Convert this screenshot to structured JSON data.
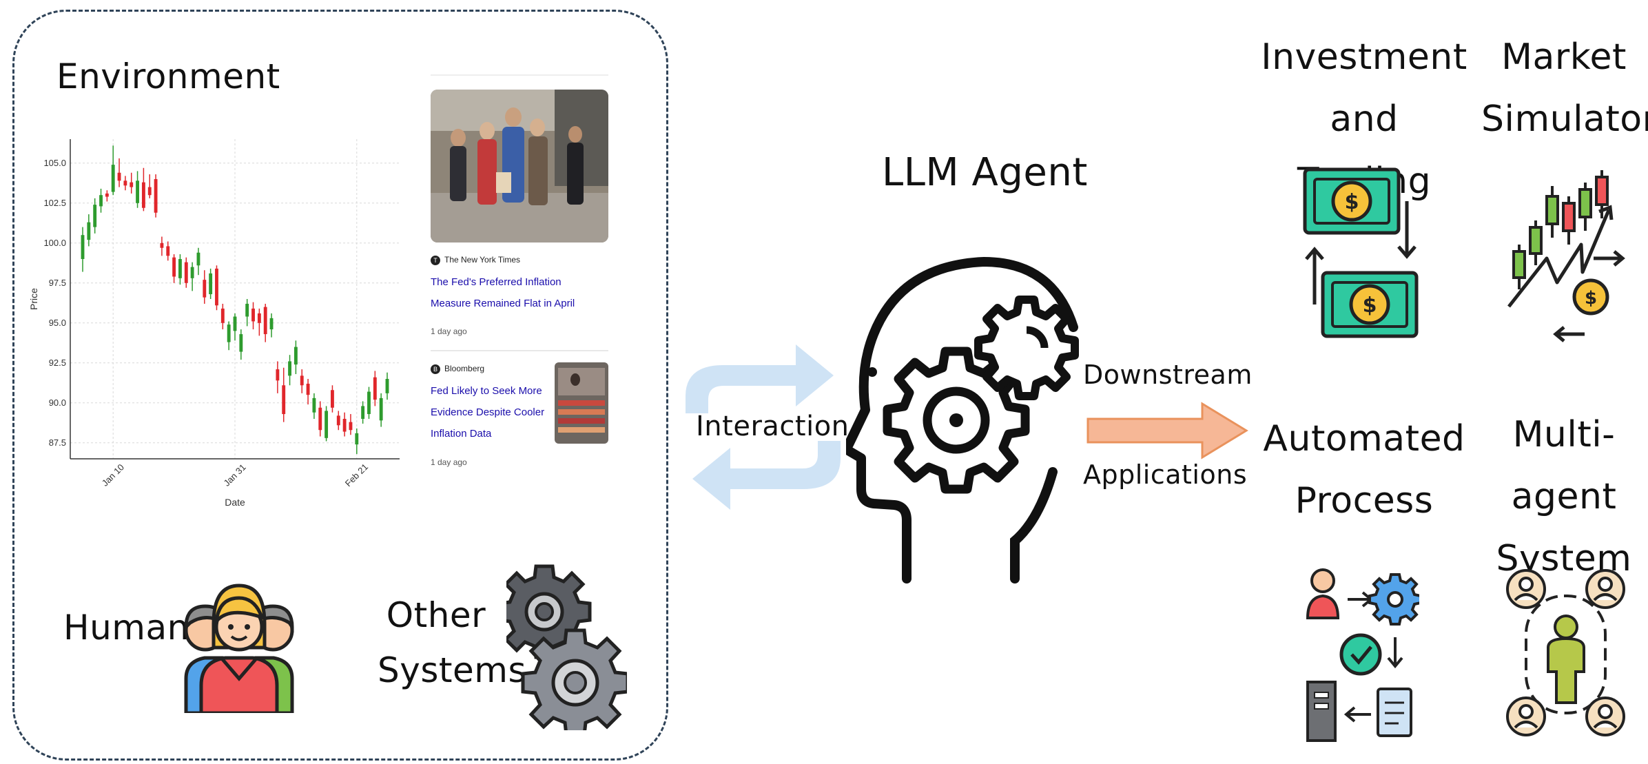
{
  "environment": {
    "title": "Environment",
    "human_label": "Human",
    "other_systems_label": "Other Systems",
    "news": {
      "item1": {
        "source": "The New York Times",
        "headline": "The Fed's Preferred Inflation Measure Remained Flat in April",
        "time": "1 day ago"
      },
      "item2": {
        "source": "Bloomberg",
        "headline": "Fed Likely to Seek More Evidence Despite Cooler Inflation Data",
        "time": "1 day ago"
      }
    }
  },
  "chart_data": {
    "type": "candlestick",
    "xlabel": "Date",
    "ylabel": "Price",
    "ylim": [
      86.5,
      106.5
    ],
    "yticks": [
      87.5,
      90.0,
      92.5,
      95.0,
      97.5,
      100.0,
      102.5,
      105.0
    ],
    "xticks": [
      "Jan 10",
      "Jan 31",
      "Feb 21"
    ],
    "grid": true,
    "colors": {
      "up": "#2e9b2e",
      "down": "#e0262b"
    },
    "candles": [
      {
        "o": 99.0,
        "c": 100.5,
        "h": 101.0,
        "l": 98.2
      },
      {
        "o": 100.2,
        "c": 101.3,
        "h": 101.8,
        "l": 99.8
      },
      {
        "o": 101.0,
        "c": 102.4,
        "h": 102.8,
        "l": 100.6
      },
      {
        "o": 102.3,
        "c": 103.0,
        "h": 103.4,
        "l": 101.9
      },
      {
        "o": 103.1,
        "c": 102.9,
        "h": 103.3,
        "l": 102.6
      },
      {
        "o": 103.2,
        "c": 104.9,
        "h": 106.1,
        "l": 103.0
      },
      {
        "o": 104.4,
        "c": 103.9,
        "h": 105.3,
        "l": 103.5
      },
      {
        "o": 103.9,
        "c": 103.6,
        "h": 104.2,
        "l": 103.3
      },
      {
        "o": 103.8,
        "c": 103.5,
        "h": 104.4,
        "l": 103.1
      },
      {
        "o": 102.5,
        "c": 103.9,
        "h": 104.5,
        "l": 102.2
      },
      {
        "o": 103.8,
        "c": 102.2,
        "h": 104.7,
        "l": 102.0
      },
      {
        "o": 103.5,
        "c": 103.0,
        "h": 104.3,
        "l": 102.8
      },
      {
        "o": 104.0,
        "c": 101.9,
        "h": 104.3,
        "l": 101.6
      },
      {
        "o": 100.0,
        "c": 99.7,
        "h": 100.4,
        "l": 99.2
      },
      {
        "o": 99.8,
        "c": 99.2,
        "h": 100.1,
        "l": 98.9
      },
      {
        "o": 99.1,
        "c": 97.9,
        "h": 99.3,
        "l": 97.5
      },
      {
        "o": 97.8,
        "c": 99.0,
        "h": 99.3,
        "l": 97.4
      },
      {
        "o": 98.8,
        "c": 97.5,
        "h": 99.1,
        "l": 97.2
      },
      {
        "o": 97.8,
        "c": 98.5,
        "h": 98.8,
        "l": 97.0
      },
      {
        "o": 98.6,
        "c": 99.4,
        "h": 99.7,
        "l": 98.0
      },
      {
        "o": 97.7,
        "c": 96.6,
        "h": 98.3,
        "l": 96.2
      },
      {
        "o": 96.8,
        "c": 98.1,
        "h": 98.4,
        "l": 96.5
      },
      {
        "o": 98.4,
        "c": 96.1,
        "h": 98.6,
        "l": 95.8
      },
      {
        "o": 95.9,
        "c": 95.0,
        "h": 96.2,
        "l": 94.6
      },
      {
        "o": 93.8,
        "c": 94.9,
        "h": 95.1,
        "l": 93.3
      },
      {
        "o": 94.5,
        "c": 95.4,
        "h": 95.6,
        "l": 93.9
      },
      {
        "o": 93.2,
        "c": 94.3,
        "h": 94.6,
        "l": 92.7
      },
      {
        "o": 95.4,
        "c": 96.2,
        "h": 96.5,
        "l": 94.8
      },
      {
        "o": 95.9,
        "c": 95.1,
        "h": 96.3,
        "l": 94.6
      },
      {
        "o": 95.6,
        "c": 95.0,
        "h": 95.9,
        "l": 94.2
      },
      {
        "o": 96.0,
        "c": 94.3,
        "h": 96.2,
        "l": 93.8
      },
      {
        "o": 94.6,
        "c": 95.3,
        "h": 95.6,
        "l": 94.1
      },
      {
        "o": 92.1,
        "c": 91.4,
        "h": 92.6,
        "l": 90.6
      },
      {
        "o": 91.1,
        "c": 89.3,
        "h": 92.2,
        "l": 88.8
      },
      {
        "o": 91.7,
        "c": 92.6,
        "h": 93.0,
        "l": 91.1
      },
      {
        "o": 92.4,
        "c": 93.5,
        "h": 93.9,
        "l": 91.8
      },
      {
        "o": 91.7,
        "c": 91.1,
        "h": 92.1,
        "l": 90.6
      },
      {
        "o": 91.2,
        "c": 90.5,
        "h": 91.5,
        "l": 89.9
      },
      {
        "o": 89.4,
        "c": 90.3,
        "h": 90.6,
        "l": 89.0
      },
      {
        "o": 89.7,
        "c": 88.3,
        "h": 90.1,
        "l": 87.9
      },
      {
        "o": 87.8,
        "c": 89.5,
        "h": 89.8,
        "l": 87.6
      },
      {
        "o": 90.8,
        "c": 89.7,
        "h": 91.1,
        "l": 89.4
      },
      {
        "o": 89.2,
        "c": 88.6,
        "h": 89.5,
        "l": 88.3
      },
      {
        "o": 89.0,
        "c": 88.2,
        "h": 89.4,
        "l": 87.9
      },
      {
        "o": 88.8,
        "c": 88.3,
        "h": 89.3,
        "l": 88.0
      },
      {
        "o": 87.4,
        "c": 88.1,
        "h": 88.4,
        "l": 86.8
      },
      {
        "o": 89.0,
        "c": 89.8,
        "h": 90.1,
        "l": 88.7
      },
      {
        "o": 89.3,
        "c": 90.7,
        "h": 91.0,
        "l": 89.0
      },
      {
        "o": 91.6,
        "c": 90.2,
        "h": 92.0,
        "l": 89.8
      },
      {
        "o": 88.9,
        "c": 90.3,
        "h": 90.6,
        "l": 88.5
      },
      {
        "o": 90.6,
        "c": 91.5,
        "h": 91.9,
        "l": 90.2
      }
    ]
  },
  "center": {
    "interaction_label": "Interaction",
    "agent_title": "LLM Agent",
    "downstream_top": "Downstream",
    "downstream_bottom": "Applications"
  },
  "applications": {
    "investment": "Investment and Trading",
    "market": "Market Simulator",
    "automated": "Automated Process",
    "multi_agent": "Multi-agent System"
  },
  "colors": {
    "money_green": "#2fc9a0",
    "coin_yellow": "#f6c23a",
    "arrow_orange": "#f6b796",
    "interaction_blue": "#cfe3f5",
    "border_navy": "#2f4358"
  }
}
